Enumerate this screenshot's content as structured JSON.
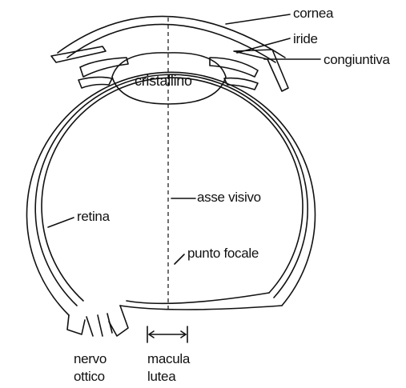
{
  "labels": {
    "cornea": "cornea",
    "iride": "iride",
    "congiuntiva": "congiuntiva",
    "cristallino": "cristallino",
    "asse_visivo": "asse visivo",
    "retina": "retina",
    "punto_focale": "punto focale",
    "nervo_ottico_line1": "nervo",
    "nervo_ottico_line2": "ottico",
    "macula_lutea_line1": "macula",
    "macula_lutea_line2": "lutea"
  },
  "colors": {
    "ink": "#111111",
    "background": "#ffffff"
  }
}
